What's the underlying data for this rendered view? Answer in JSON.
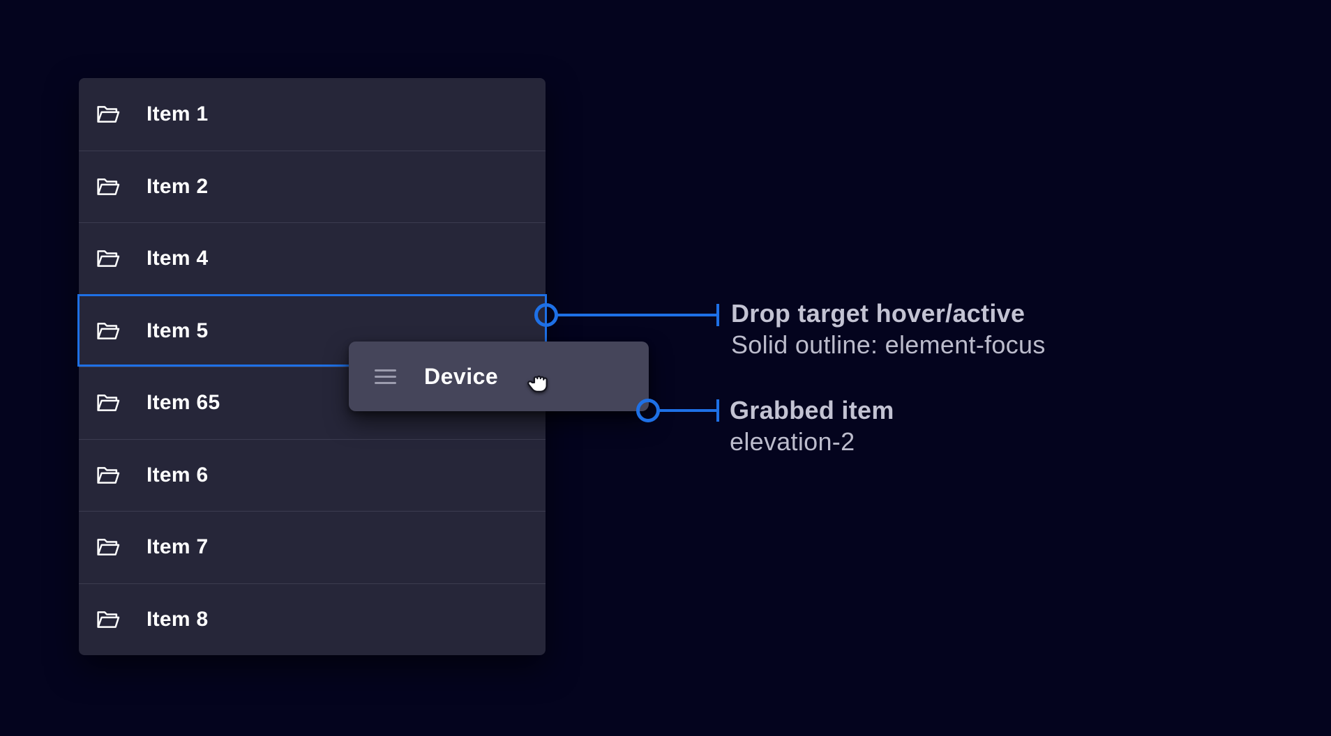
{
  "list": {
    "items": [
      "Item 1",
      "Item 2",
      "Item 4",
      "Item 5",
      "Item 65",
      "Item 6",
      "Item 7",
      "Item 8"
    ],
    "drop_target_item": "Item 5"
  },
  "drag_preview": {
    "label": "Device"
  },
  "annotations": {
    "drop_target": {
      "title": "Drop target hover/active",
      "subtitle": "Solid outline: element-focus"
    },
    "grabbed": {
      "title": "Grabbed item",
      "subtitle": "elevation-2"
    }
  },
  "colors": {
    "page_background": "#04041e",
    "panel_background": "#262639",
    "row_divider": "#3c3c50",
    "focus_outline_blue": "#1e70e6",
    "card_background": "#45455a",
    "drag_handle_gray": "#9c9cae",
    "item_text": "#ffffff",
    "annotation_text": "#c3c3d3"
  },
  "icons": {
    "row_icon": "folder-open-icon",
    "card_icon": "drag-handle-icon",
    "cursor": "grabbing-hand-cursor"
  }
}
